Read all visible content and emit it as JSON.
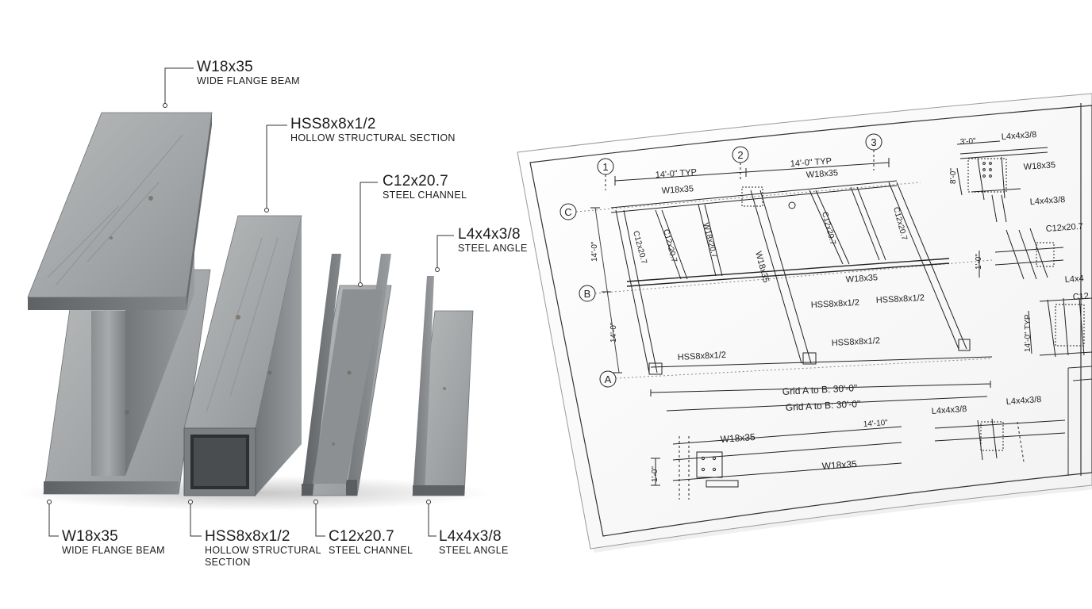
{
  "profiles_top": [
    {
      "code": "W18x35",
      "desc": "WIDE FLANGE BEAM"
    },
    {
      "code": "HSS8x8x1/2",
      "desc": "HOLLOW STRUCTURAL SECTION"
    },
    {
      "code": "C12x20.7",
      "desc": "STEEL CHANNEL"
    },
    {
      "code": "L4x4x3/8",
      "desc": "STEEL ANGLE"
    }
  ],
  "profiles_bottom": [
    {
      "code": "W18x35",
      "desc": "WIDE FLANGE BEAM",
      "desc2": ""
    },
    {
      "code": "HSS8x8x1/2",
      "desc": "HOLLOW STRUCTURAL",
      "desc2": "SECTION"
    },
    {
      "code": "C12x20.7",
      "desc": "STEEL CHANNEL",
      "desc2": ""
    },
    {
      "code": "L4x4x3/8",
      "desc": "STEEL ANGLE",
      "desc2": ""
    }
  ],
  "drawing": {
    "grid_cols": [
      "1",
      "2",
      "3"
    ],
    "grid_rows": [
      "C",
      "B",
      "A"
    ],
    "dim_typ_1": "14'-0\" TYP",
    "dim_typ_2": "14'-0\" TYP",
    "dim_row_1": "14'-0\"",
    "dim_row_2": "14'-0\"",
    "top_beam_1": "W18x35",
    "top_beam_2": "W18x35",
    "mid_beam": "W18x35",
    "col_label_w": "W18x35",
    "joist_labels": [
      "C12x20.7",
      "C12x20.7",
      "W18x20.7",
      "C12x20.7",
      "C12x20.7"
    ],
    "hss_labels": [
      "HSS8x8x1/2",
      "HSS8x8x1/2",
      "HSS8x8x1/2",
      "HSS8x8x1/2"
    ],
    "grid_dim_1": "Grid A to B: 30'-0\"",
    "grid_dim_2": "Grid A to B: 30'-0\"",
    "detail1_dim": "3'-0\"",
    "detail1_side": "8'-0\"",
    "detail1_l1": "L4x4x3/8",
    "detail1_w": "W18x35",
    "detail1_l2": "L4x4x3/8",
    "detail2_label": "C12x20.7",
    "detail2_side": "1'-0\"",
    "detail2_l": "L4x4",
    "detail3_label": "C12",
    "detail3_side": "14'-0\" TYP",
    "detail4_w": "W18x35",
    "detail4_dim": "14'-10\"",
    "detail4_bottom": "W18x35",
    "detail4_side": "1'-0\"",
    "detail5_l1": "L4x4x3/8",
    "detail5_l2": "L4x4x3/8"
  }
}
